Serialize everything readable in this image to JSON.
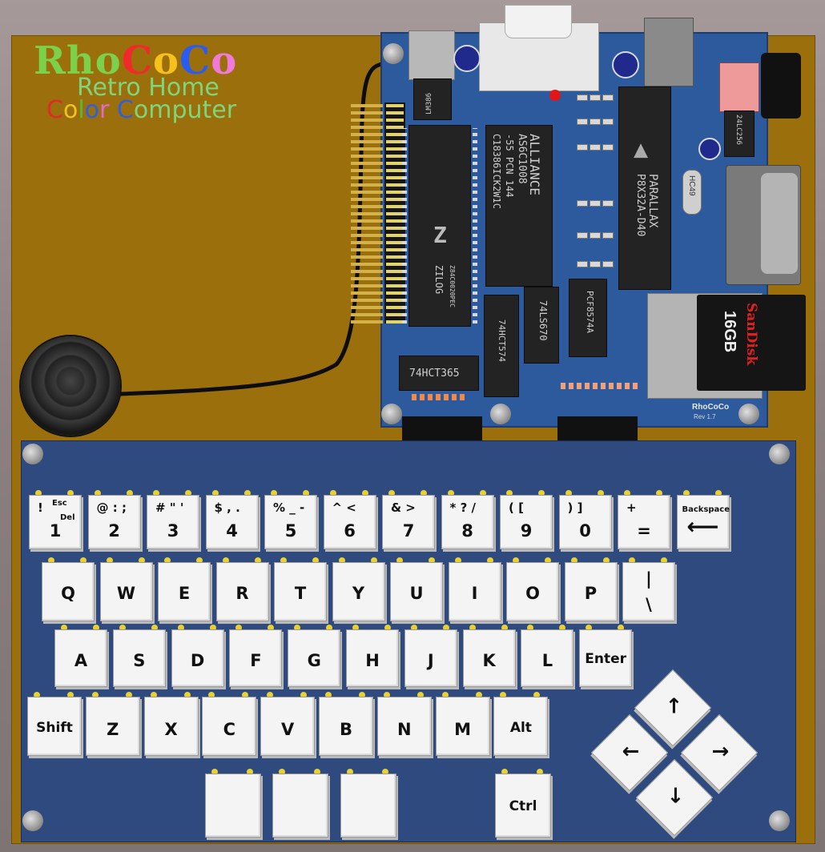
{
  "logo": {
    "title_letters": [
      {
        "ch": "R",
        "color": "#7bd14a"
      },
      {
        "ch": "h",
        "color": "#7bd14a"
      },
      {
        "ch": "o",
        "color": "#7bd14a"
      },
      {
        "ch": "C",
        "color": "#f02a2a"
      },
      {
        "ch": "o",
        "color": "#f7c11c"
      },
      {
        "ch": "C",
        "color": "#2a5cf0"
      },
      {
        "ch": "o",
        "color": "#f07ad8"
      }
    ],
    "line1": "Retro Home",
    "line2_letters": [
      {
        "ch": "C",
        "color": "#e12a2a"
      },
      {
        "ch": "o",
        "color": "#f0c21c"
      },
      {
        "ch": "l",
        "color": "#5ab83b"
      },
      {
        "ch": "o",
        "color": "#2f5fe0"
      },
      {
        "ch": "r",
        "color": "#e06ad0"
      },
      {
        "ch": " ",
        "color": "#7fd67a"
      },
      {
        "ch": "C",
        "color": "#2f5fe0"
      },
      {
        "ch": "omputer",
        "color": "#7fd67a"
      }
    ]
  },
  "chips": {
    "z80": "ZILOG",
    "z80_code": "Z84C0020PEC",
    "alliance": "ALLIANCE",
    "alliance_part": "AS6C1008",
    "alliance_code1": "-55 PCN 144",
    "alliance_code2": "C18386ICK2W1C",
    "propeller": "PARALLAX",
    "propeller_part": "P8X32A-D40",
    "lm386": "LM386",
    "hc365": "74HCT365",
    "hc574": "74HCT574",
    "ls670": "74LS670",
    "pcf": "PCF8574A",
    "eeprom": "24LC256",
    "hc49": "HC49",
    "sd_brand": "SanDisk",
    "sd_size": "16GB",
    "board_name": "RhoCoCo",
    "board_rev": "Rev 1.7"
  },
  "keys": {
    "row1": [
      {
        "main": "1",
        "top": "!",
        "small1": "Esc",
        "small2": "Del"
      },
      {
        "main": "2",
        "top": "@ : ;"
      },
      {
        "main": "3",
        "top": "# \" '"
      },
      {
        "main": "4",
        "top": "$ , ."
      },
      {
        "main": "5",
        "top": "% _ -"
      },
      {
        "main": "6",
        "top": "^ <"
      },
      {
        "main": "7",
        "top": "& >"
      },
      {
        "main": "8",
        "top": "* ? /"
      },
      {
        "main": "9",
        "top": "( ["
      },
      {
        "main": "0",
        "top": ") ]"
      },
      {
        "main": "=",
        "top": "+"
      },
      {
        "main": "",
        "top": "Backspace"
      }
    ],
    "row2": [
      "Q",
      "W",
      "E",
      "R",
      "T",
      "Y",
      "U",
      "I",
      "O",
      "P",
      "|\n\\"
    ],
    "row3": [
      "A",
      "S",
      "D",
      "F",
      "G",
      "H",
      "J",
      "K",
      "L",
      "Enter"
    ],
    "row4": [
      "Shift",
      "Z",
      "X",
      "C",
      "V",
      "B",
      "N",
      "M",
      "Alt"
    ],
    "row5": [
      "",
      "",
      "",
      "Ctrl"
    ],
    "arrows": {
      "up": "↑",
      "left": "←",
      "right": "→",
      "down": "↓"
    }
  }
}
